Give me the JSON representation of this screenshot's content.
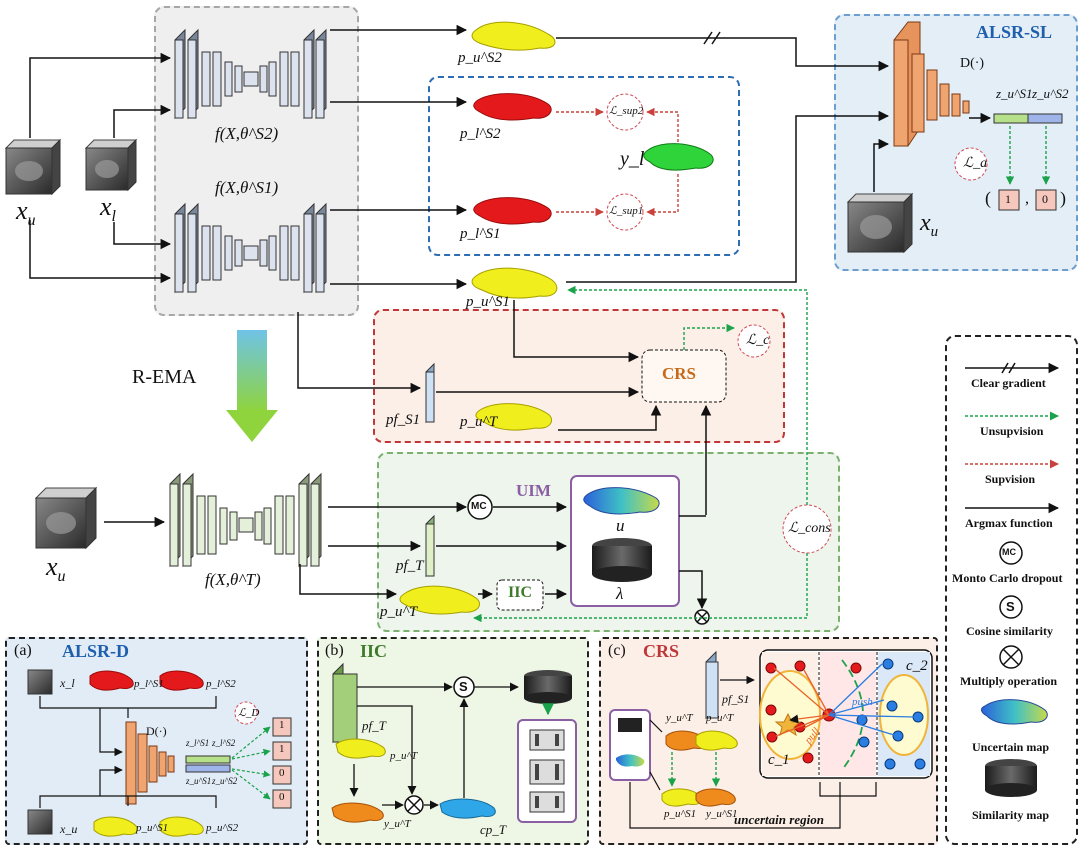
{
  "inputs": {
    "x_u_base": "x",
    "x_u_sub": "u",
    "x_l_base": "x",
    "x_l_sub": "l"
  },
  "encoders": {
    "student2": "f(X,θ^S2)",
    "student1": "f(X,θ^S1)",
    "teacher": "f(X,θ^T)"
  },
  "preds": {
    "pu_s2": "p_u^S2",
    "pl_s2": "p_l^S2",
    "pl_s1": "p_l^S1",
    "pu_s1": "p_u^S1",
    "pu_t_crs": "p_u^T",
    "pu_t_teacher": "p_u^T",
    "yl": "y_l"
  },
  "losses": {
    "sup2": "ℒ_sup2",
    "sup1": "ℒ_sup1",
    "la": "ℒ_a",
    "lc": "ℒ_c",
    "lcons": "ℒ_cons",
    "ld": "ℒ_D"
  },
  "alsr_sl": {
    "title": "ALSR-SL",
    "d_label": "D(·)",
    "z1": "z_u^S1",
    "z2": "z_u^S2",
    "out1": "1",
    "out2": "0"
  },
  "rema": "R-EMA",
  "crs_block": {
    "label": "CRS",
    "pf_s1": "pf_S1"
  },
  "uim_block": {
    "title": "UIM",
    "mc": "MC",
    "iic": "IIC",
    "pf_t": "pf_T",
    "u_sym": "u",
    "lambda_sym": "λ"
  },
  "legend": {
    "items": [
      "Clear gradient",
      "Unsupvision",
      "Supvision",
      "Argmax function",
      "Monto Carlo dropout",
      "Cosine similarity",
      "Multiply operation",
      "Uncertain map",
      "Similarity map"
    ],
    "mc_icon": "MC",
    "s_icon": "S"
  },
  "panel_a": {
    "tag": "(a)",
    "title": "ALSR-D",
    "d_label": "D(·)",
    "xl": "x_l",
    "xu": "x_u",
    "pl_s1": "p_l^S1",
    "pl_s2": "p_l^S2",
    "pu_s1": "p_u^S1",
    "pu_s2": "p_u^S2",
    "zl_s1": "z_l^S1",
    "zl_s2": "z_l^S2",
    "zu_s1": "z_u^S1",
    "zu_s2": "z_u^S2",
    "outputs": [
      "1",
      "1",
      "0",
      "0"
    ]
  },
  "panel_b": {
    "tag": "(b)",
    "title": "IIC",
    "pf_t": "pf_T",
    "pu_t": "p_u^T",
    "yu_t": "y_u^T",
    "cp_t": "cp_T",
    "s": "S"
  },
  "panel_c": {
    "tag": "(c)",
    "title": "CRS",
    "pf_s1": "pf_S1",
    "yu_t": "y_u^T",
    "pu_t": "p_u^T",
    "pu_s1": "p_u^S1",
    "yu_s1": "y_u^S1",
    "c1": "c_1",
    "c2": "c_2",
    "pull": "pull",
    "push": "push",
    "uncertain": "uncertain region"
  },
  "colors": {
    "gray_panel": "#f0f0f0",
    "blue_panel": "#e3eef7",
    "red_panel": "#fcece6",
    "green_panel": "#edf5ec",
    "yellow_panel": "#eef6e6",
    "crs_panel": "#fcefe7",
    "pred_yellow": "#f0ee1c",
    "pred_red": "#e4191c",
    "pred_green": "#2fd43a"
  }
}
